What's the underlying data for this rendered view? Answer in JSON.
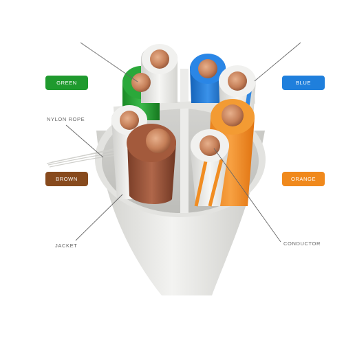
{
  "labels": {
    "green": "GREEN",
    "blue": "BLUE",
    "brown": "BROWN",
    "orange": "ORANGE",
    "nylon_rope": "NYLON ROPE",
    "jacket": "JACKET",
    "conductor": "CONDUCTOR"
  },
  "colors": {
    "green": "#1f9a2e",
    "blue": "#1f7fdc",
    "brown": "#874a1d",
    "orange": "#f0891c",
    "jacket": "#e9e9e6",
    "copper": "#c57f58",
    "leader_line": "#666666"
  }
}
